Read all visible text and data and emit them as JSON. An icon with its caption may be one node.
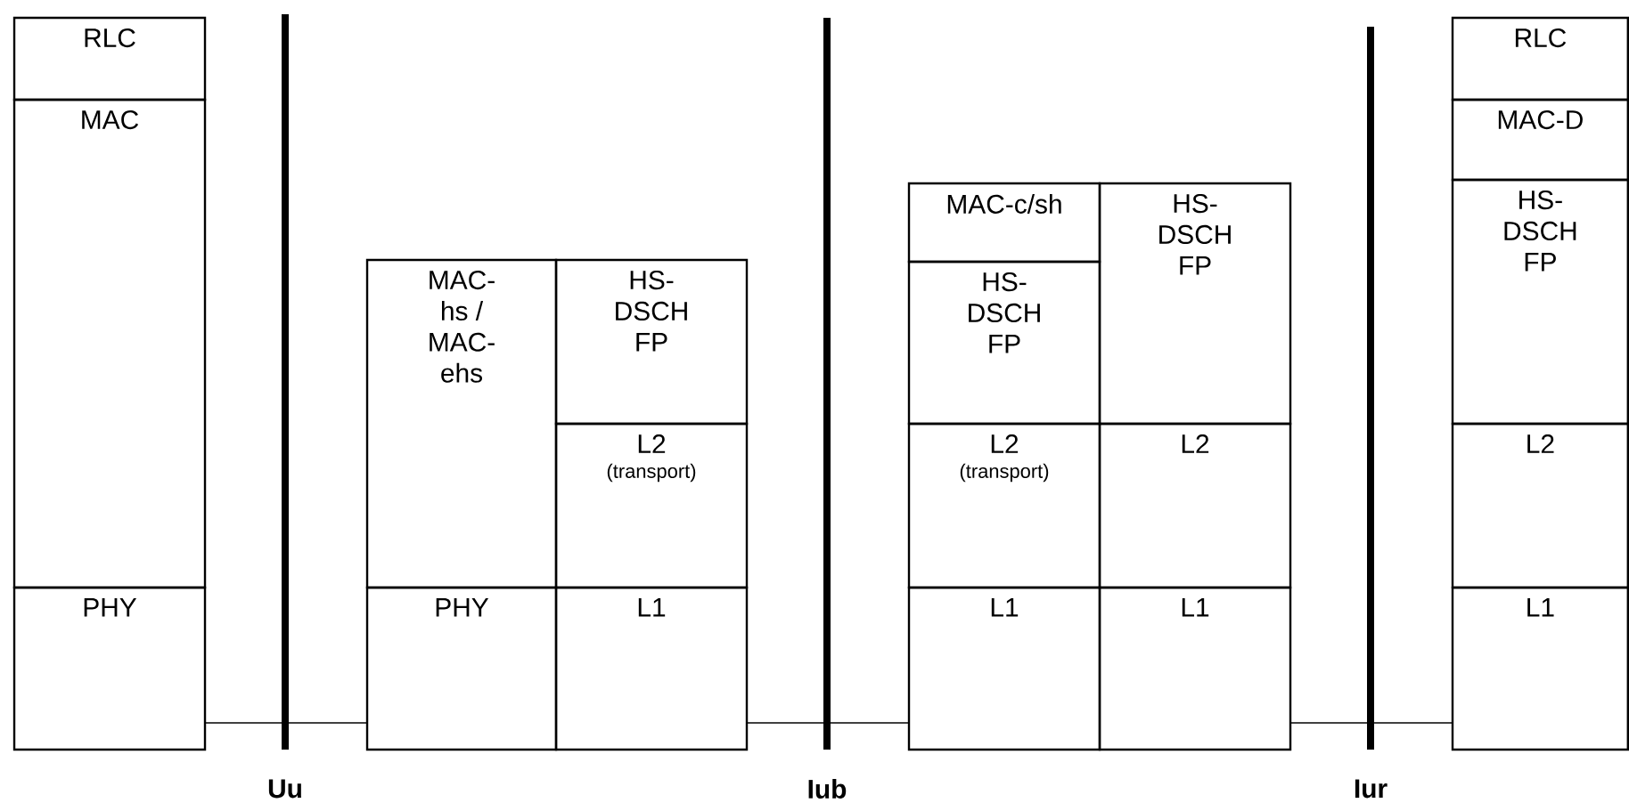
{
  "diagram": {
    "nodes": [
      {
        "text": [
          "RLC"
        ]
      },
      {
        "text": [
          "MAC"
        ]
      },
      {
        "text": [
          "PHY"
        ]
      },
      {
        "text": [
          "MAC-hs / MAC-ehs"
        ]
      },
      {
        "text": [
          "HS-DSCH FP"
        ]
      },
      {
        "text": [
          "L2",
          "(transport)"
        ]
      },
      {
        "text": [
          "PHY"
        ]
      },
      {
        "text": [
          "L1"
        ]
      },
      {
        "text": [
          "MAC-c/sh"
        ]
      },
      {
        "text": [
          "HS-DSCH FP"
        ]
      },
      {
        "text": [
          "HS-DSCH FP"
        ]
      },
      {
        "text": [
          "L2",
          "(transport)"
        ]
      },
      {
        "text": [
          "L2"
        ]
      },
      {
        "text": [
          "L1"
        ]
      },
      {
        "text": [
          "L1"
        ]
      },
      {
        "text": [
          "RLC"
        ]
      },
      {
        "text": [
          "MAC-D"
        ]
      },
      {
        "text": [
          "HS-DSCH FP"
        ]
      },
      {
        "text": [
          "L2"
        ]
      },
      {
        "text": [
          "L1"
        ]
      }
    ],
    "edges": [
      {
        "from": 2,
        "to": 6,
        "arrow": "none"
      },
      {
        "from": 7,
        "to": 13,
        "arrow": "none"
      },
      {
        "from": 14,
        "to": 19,
        "arrow": "none"
      }
    ],
    "labels": [
      "Uu",
      "Iub",
      "Iur"
    ]
  }
}
